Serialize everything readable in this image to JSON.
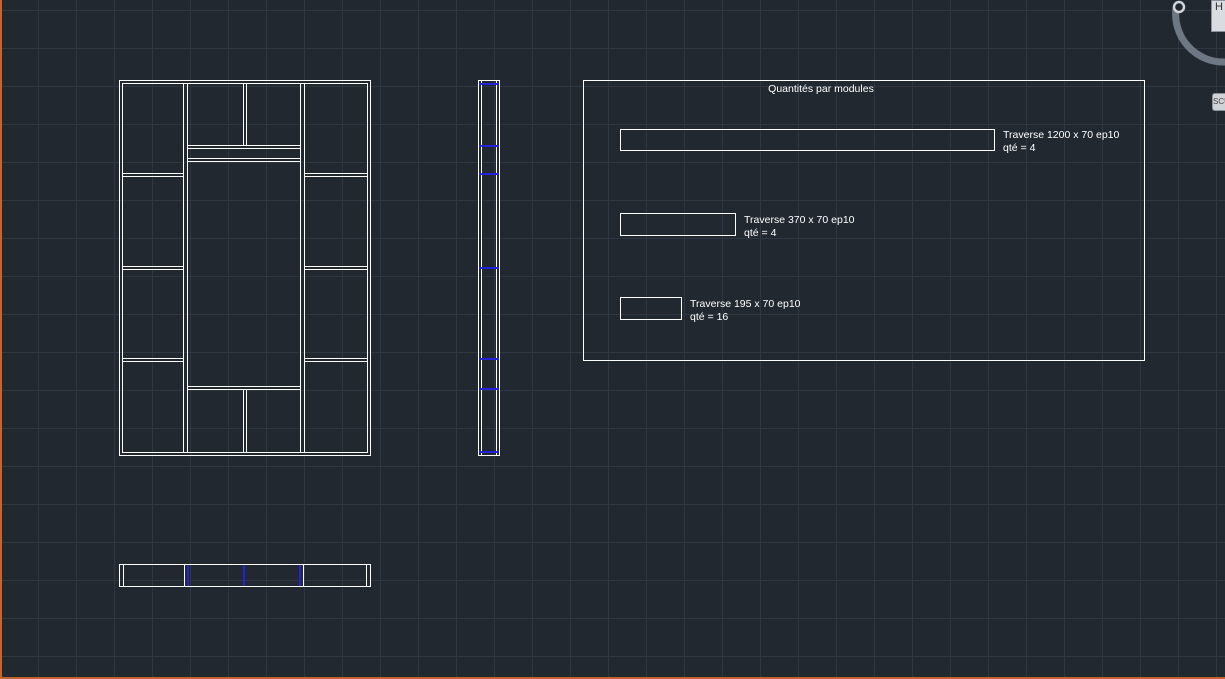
{
  "canvas": {
    "background": "#212830",
    "grid_color": "#2e3742",
    "line_color": "#ffffff",
    "highlight_color": "#2222dd",
    "edge_color": "#c8642a"
  },
  "table": {
    "title": "Quantités par modules",
    "items": [
      {
        "label": "Traverse 1200 x 70 ep10",
        "qty": "qté = 4"
      },
      {
        "label": "Traverse 370 x 70 ep10",
        "qty": "qté = 4"
      },
      {
        "label": "Traverse 195 x 70 ep10",
        "qty": "qté = 16"
      }
    ]
  },
  "navigation": {
    "viewcube_face": "H",
    "wcs_label": "SCU"
  }
}
